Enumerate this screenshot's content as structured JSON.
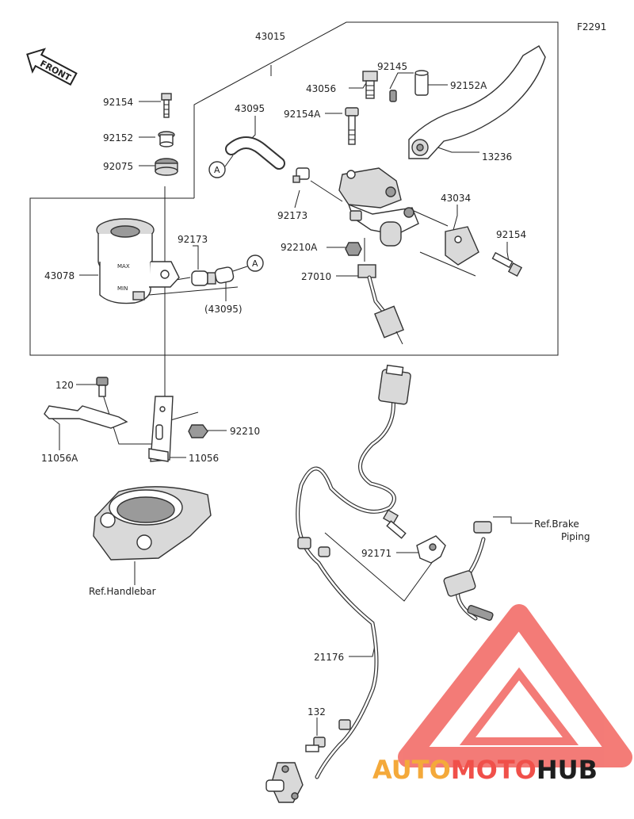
{
  "diagram": {
    "code": "F2291",
    "front_label": "FRONT",
    "callout_letter": "A",
    "labels": {
      "p43015": "43015",
      "p92145": "92145",
      "p43056": "43056",
      "p92152A": "92152A",
      "p92154_top": "92154",
      "p92152": "92152",
      "p92075": "92075",
      "p43095": "43095",
      "p92154A": "92154A",
      "p13236": "13236",
      "p92173_mid": "92173",
      "p43034": "43034",
      "p92154_right": "92154",
      "p92173_left": "92173",
      "p43078": "43078",
      "p43095_ref": "(43095)",
      "p92210A": "92210A",
      "p27010": "27010",
      "p120": "120",
      "p92210": "92210",
      "p11056A": "11056A",
      "p11056": "11056",
      "ref_brake_line1": "Ref.Brake",
      "ref_brake_line2": "Piping",
      "p92171": "92171",
      "ref_handlebar": "Ref.Handlebar",
      "p21176": "21176",
      "p132": "132"
    },
    "reservoir": {
      "max": "MAX",
      "min": "MIN"
    }
  },
  "watermark": {
    "auto": "AUTO",
    "moto": "MOTO",
    "hub": "HUB"
  },
  "colors": {
    "line": "#222222",
    "watermark_red": "#f0504a",
    "watermark_orange": "#f4a93a",
    "watermark_dark": "#1e1e1e"
  }
}
